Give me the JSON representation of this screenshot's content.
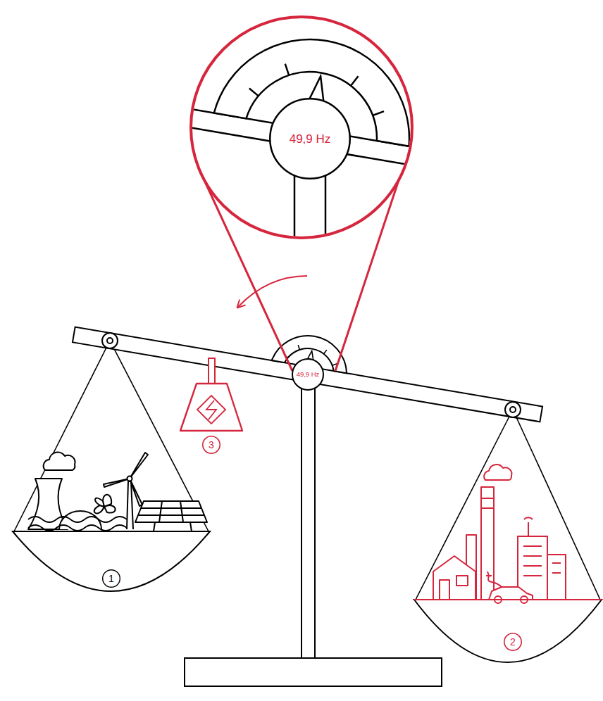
{
  "diagram": {
    "nodes": [
      {
        "text": [
          "49,9 Hz"
        ]
      },
      {
        "text": [
          "49,9 Hz"
        ]
      },
      {
        "text": [
          "3"
        ]
      },
      {
        "text": [
          "1"
        ]
      },
      {
        "text": [
          "2"
        ]
      }
    ]
  }
}
